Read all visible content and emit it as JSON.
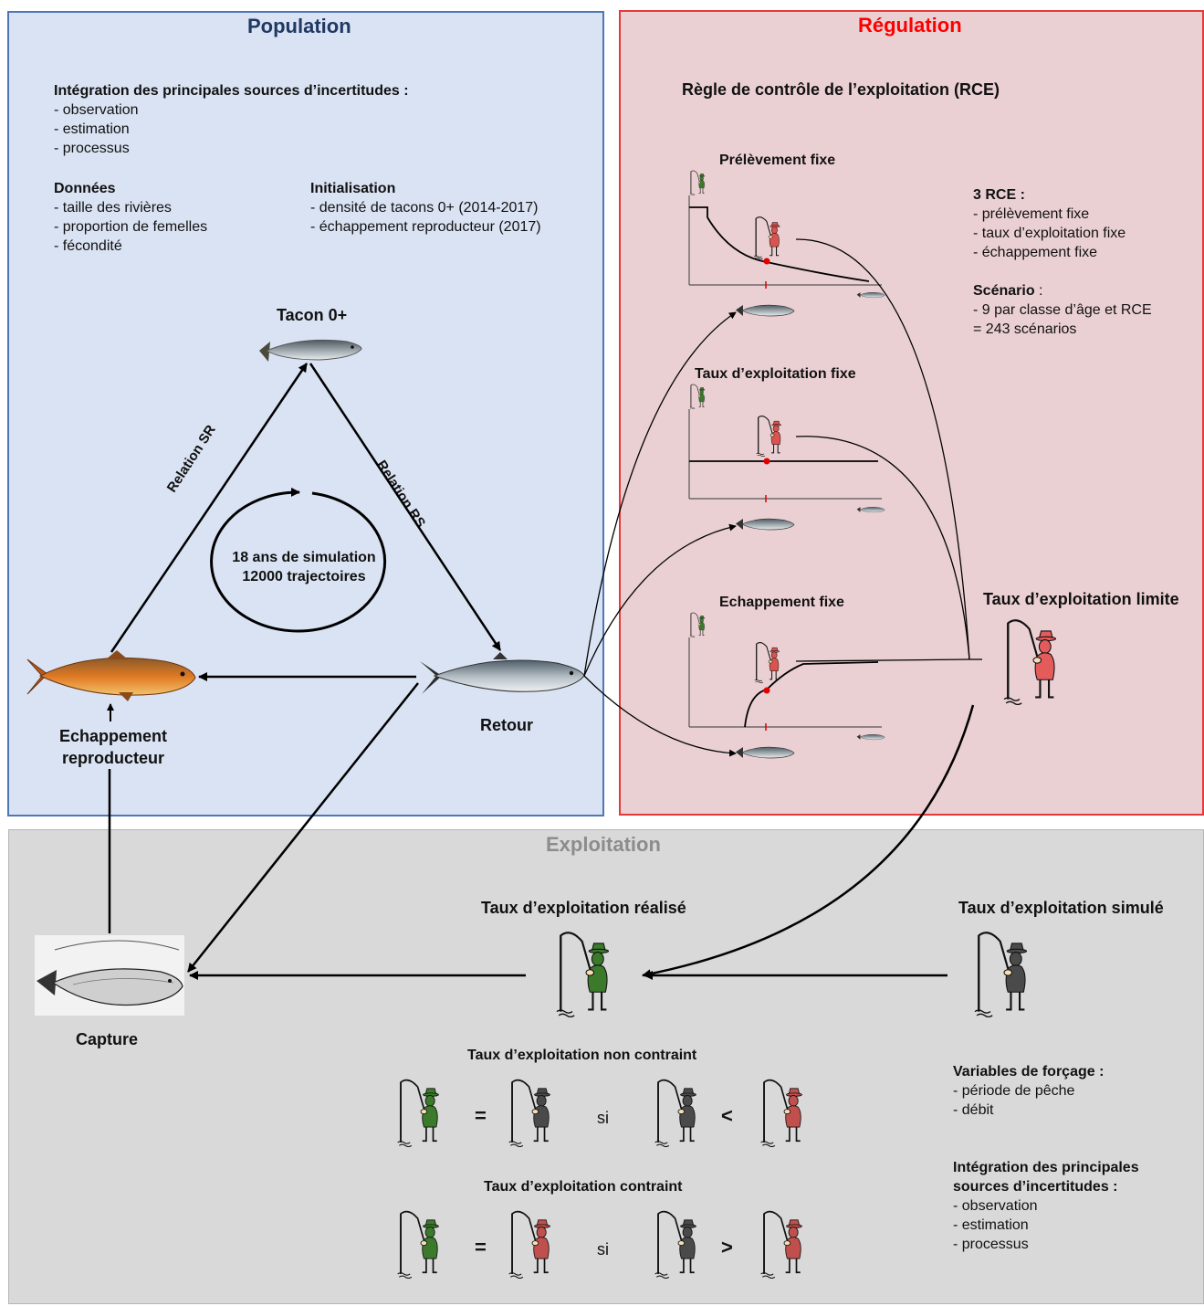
{
  "population": {
    "title": "Population",
    "uncertainty_title": "Intégration des principales sources d’incertitudes :",
    "uncertainty_items": [
      "- observation",
      "- estimation",
      "- processus"
    ],
    "data_title": "Données",
    "data_items": [
      "- taille des rivières",
      "- proportion de femelles",
      "- fécondité"
    ],
    "init_title": "Initialisation",
    "init_items": [
      "- densité de tacons 0+ (2014-2017)",
      "- échappement reproducteur (2017)"
    ],
    "tacon_label": "Tacon 0+",
    "relation_sr": "Relation SR",
    "relation_rs": "Relation RS",
    "cycle_line1": "18 ans de simulation",
    "cycle_line2": "12000 trajectoires",
    "escapement_line1": "Echappement",
    "escapement_line2": "reproducteur",
    "return_label": "Retour"
  },
  "regulation": {
    "title": "Régulation",
    "rule_title": "Règle de contrôle de l’exploitation (RCE)",
    "graph1_title": "Prélèvement fixe",
    "graph2_title": "Taux d’exploitation fixe",
    "graph3_title": "Echappement fixe",
    "rce_title": "3 RCE :",
    "rce_items": [
      "- prélèvement fixe",
      "- taux d’exploitation fixe",
      "- échappement fixe"
    ],
    "scenario_title": "Scénario",
    "scenario_suffix": " :",
    "scenario_items": [
      "- 9 par classe d’âge et RCE",
      "= 243 scénarios"
    ],
    "limit_label": "Taux d’exploitation limite"
  },
  "exploitation": {
    "title": "Exploitation",
    "realized_label": "Taux d’exploitation réalisé",
    "simulated_label": "Taux d’exploitation simulé",
    "capture_label": "Capture",
    "unconstrained_title": "Taux d’exploitation non contraint",
    "constrained_title": "Taux d’exploitation contraint",
    "eq_symbol": "=",
    "si_word": "si",
    "lt_symbol": "<",
    "gt_symbol": ">",
    "forcing_title": "Variables de forçage :",
    "forcing_items": [
      "- période de pêche",
      "- débit"
    ],
    "uncertainty_title_line1": "Intégration des principales",
    "uncertainty_title_line2": "sources d’incertitudes :",
    "uncertainty_items": [
      "- observation",
      "- estimation",
      "- processus"
    ]
  },
  "colors": {
    "population_bg": "#dae3f3",
    "population_title": "#1f3864",
    "regulation_bg": "#ebd0d3",
    "regulation_title": "#ff0000",
    "exploitation_bg": "#d9d9d9",
    "exploitation_title": "#8c8c8c",
    "fisher_green": "#3b7a2a",
    "fisher_red": "#d9534f",
    "fisher_grey": "#3a3a3a"
  }
}
